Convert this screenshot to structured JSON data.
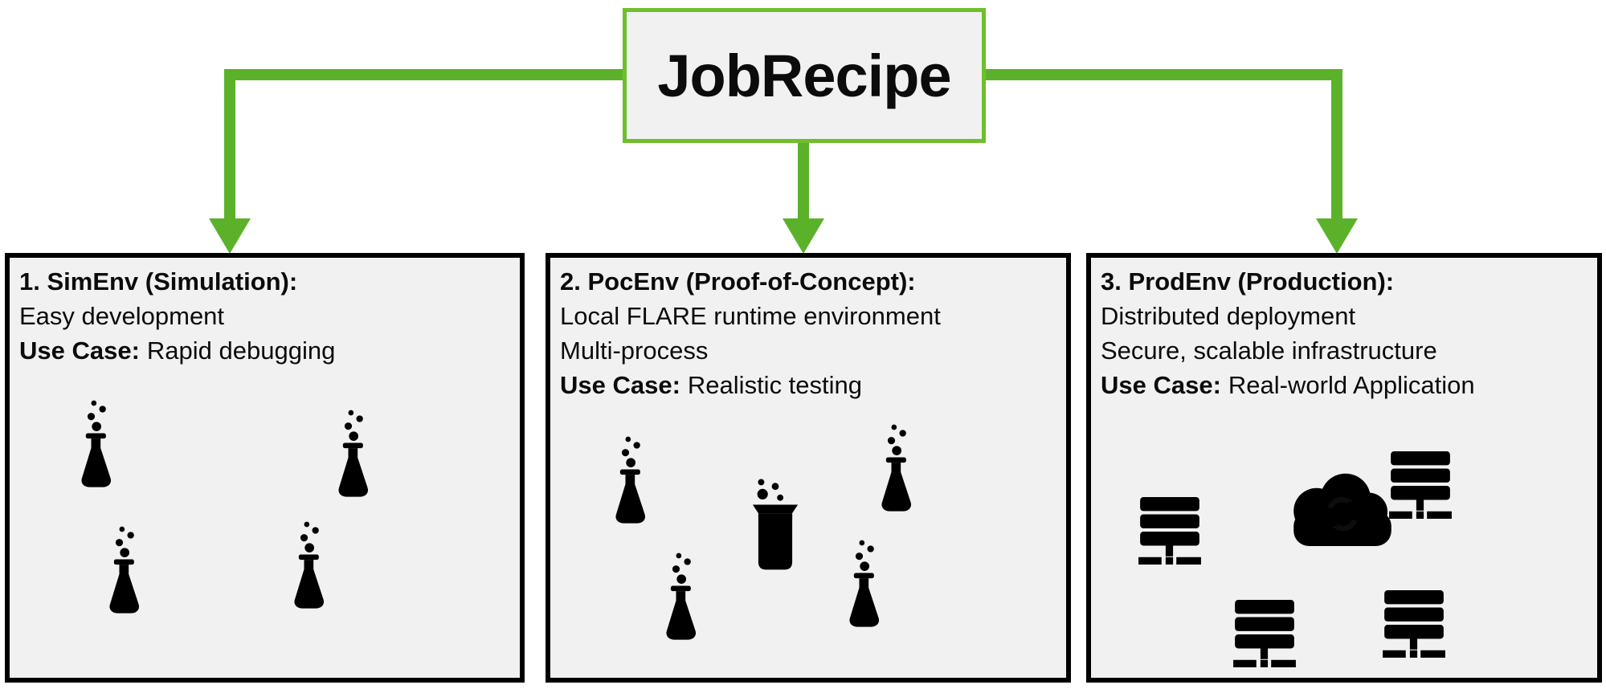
{
  "diagram": {
    "title": "JobRecipe",
    "colors": {
      "connector_green": "#5bb22a",
      "root_border_green": "#6dc02b",
      "panel_fill": "#f1f1f1",
      "panel_border": "#000000"
    },
    "environments": [
      {
        "title": "1. SimEnv (Simulation):",
        "lines": [
          "Easy development"
        ],
        "use_case_label": "Use Case:",
        "use_case": "Rapid debugging",
        "icons": [
          "flask-icon",
          "flask-icon",
          "flask-icon",
          "flask-icon"
        ]
      },
      {
        "title": "2. PocEnv (Proof-of-Concept):",
        "lines": [
          "Local FLARE runtime environment",
          "Multi-process"
        ],
        "use_case_label": "Use Case:",
        "use_case": "Realistic testing",
        "icons": [
          "flask-icon",
          "flask-icon",
          "beaker-icon",
          "flask-icon",
          "flask-icon"
        ]
      },
      {
        "title": "3. ProdEnv (Production):",
        "lines": [
          "Distributed deployment",
          "Secure, scalable infrastructure"
        ],
        "use_case_label": "Use Case:",
        "use_case": "Real-world Application",
        "icons": [
          "server-icon",
          "cloud-sync-icon",
          "server-icon",
          "server-icon",
          "server-icon"
        ]
      }
    ]
  }
}
